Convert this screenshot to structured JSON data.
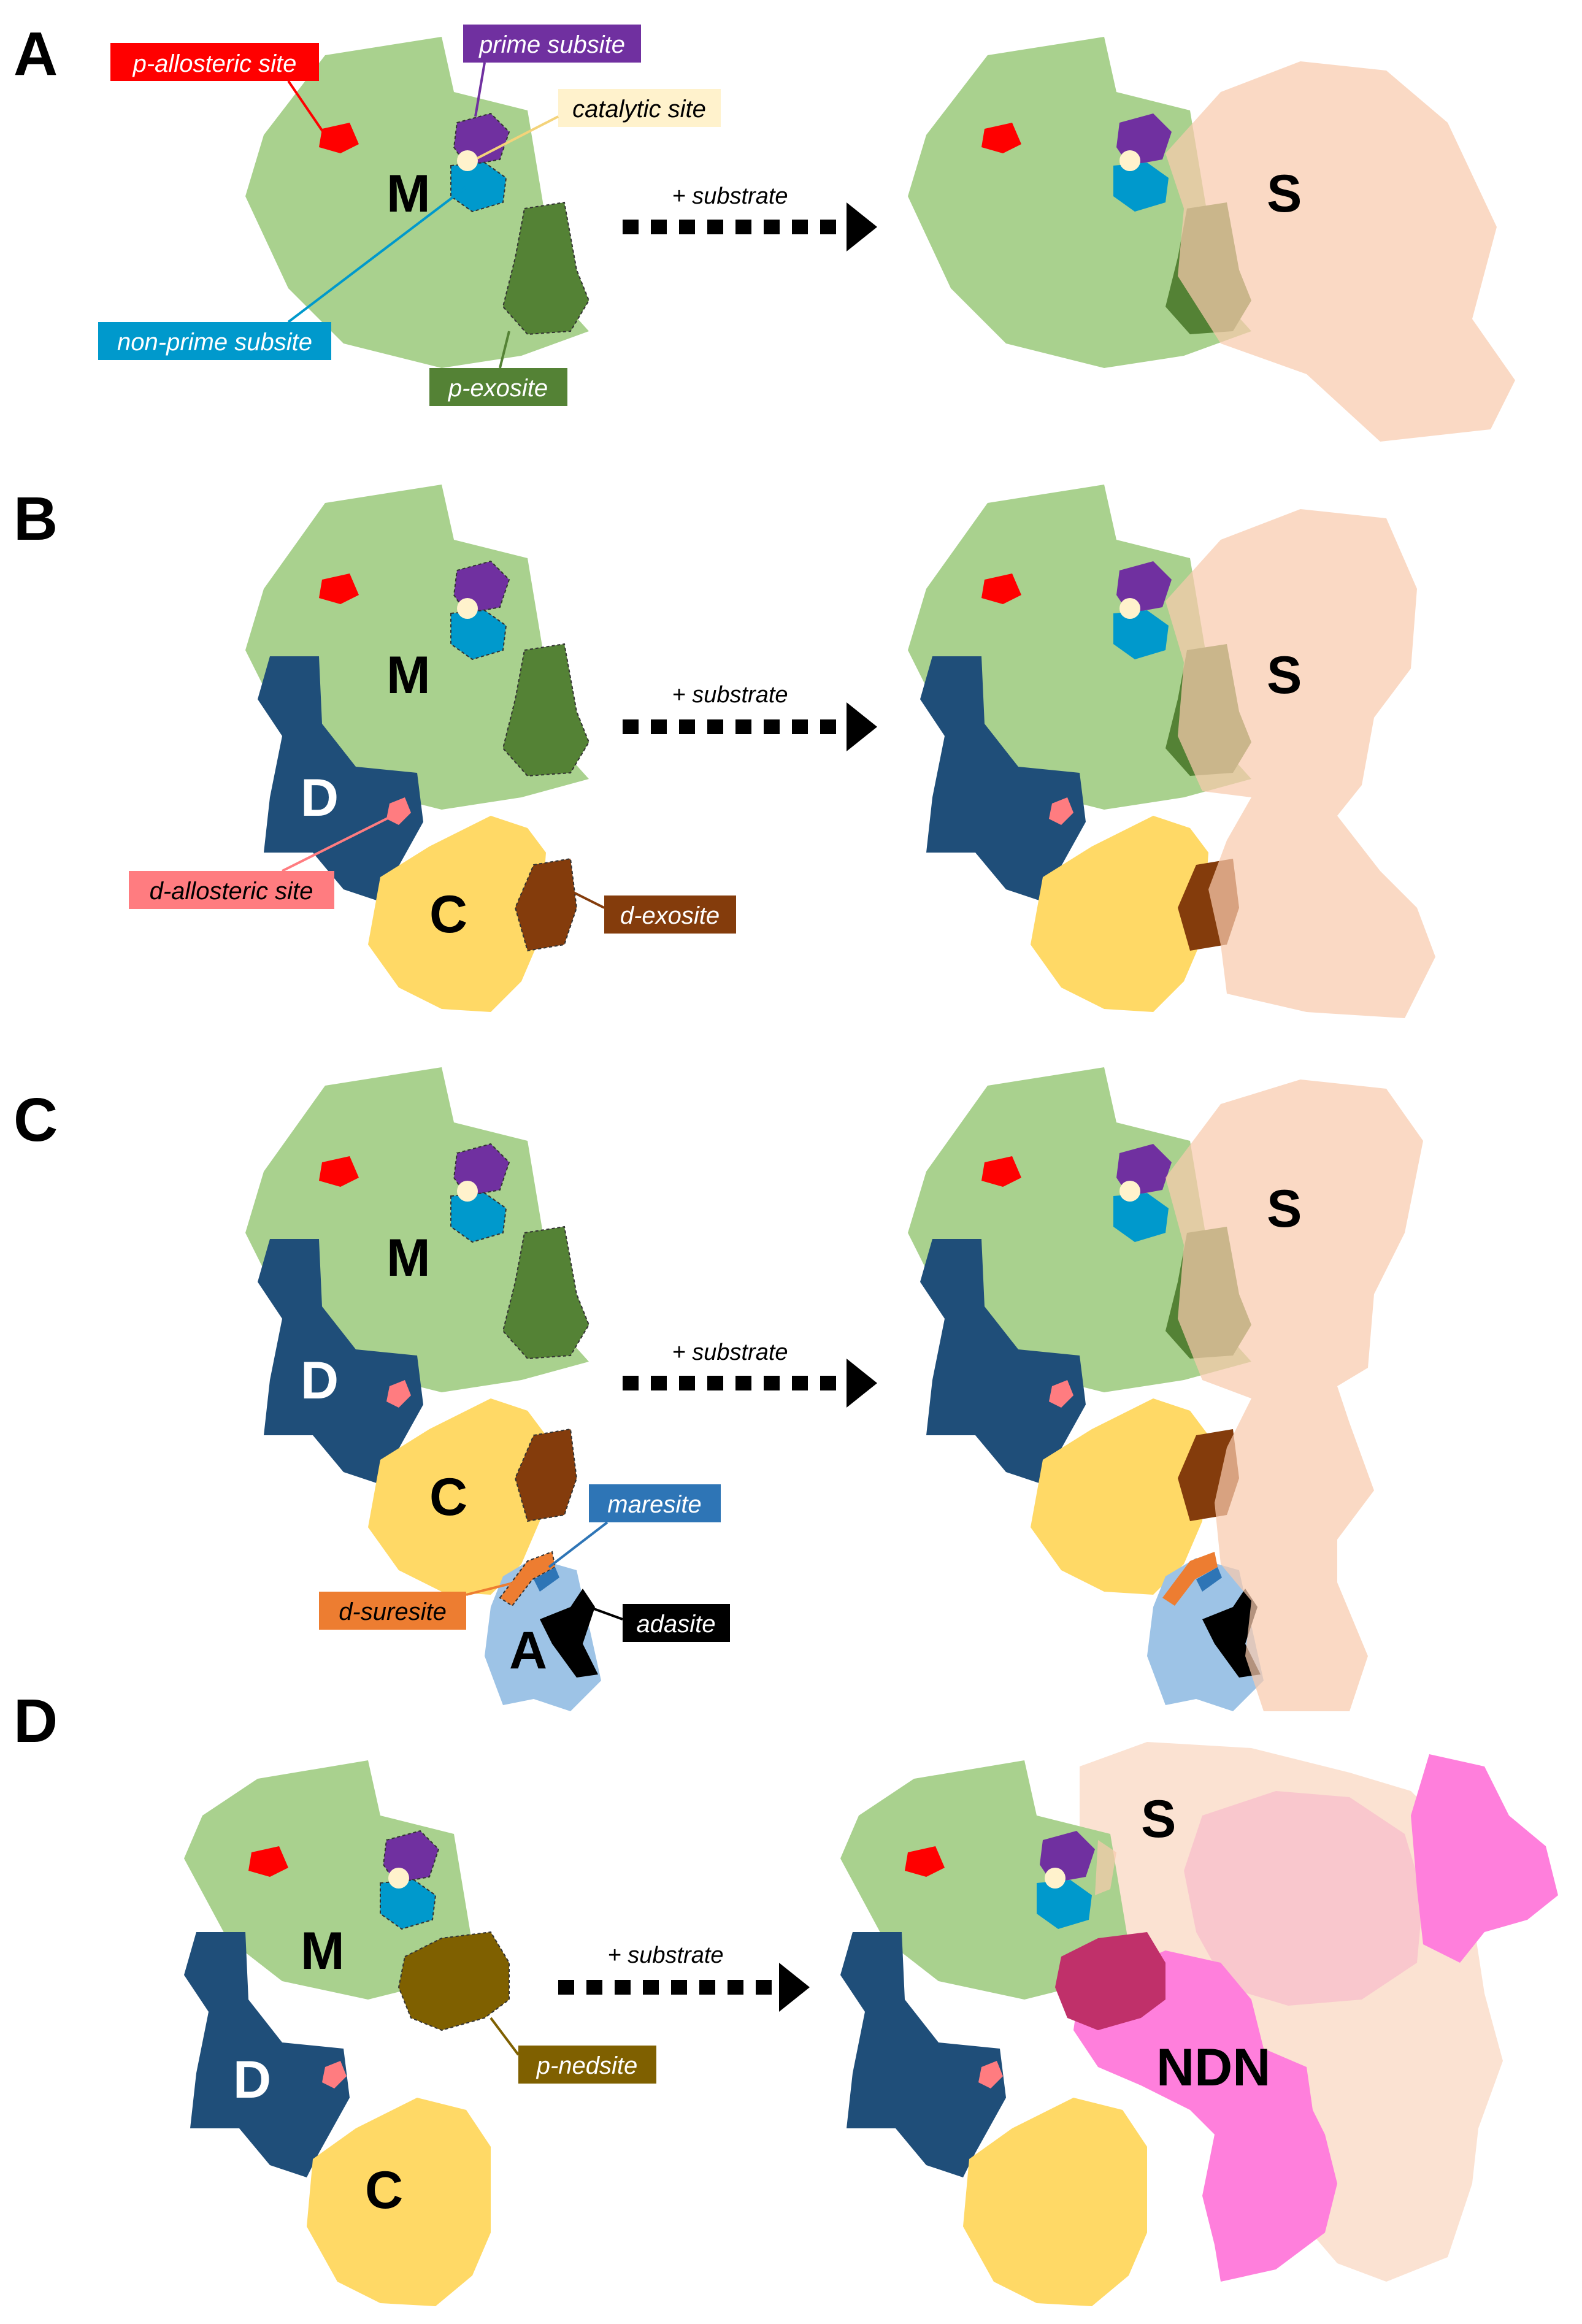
{
  "panels": [
    {
      "id": "A",
      "letter": "A",
      "arrow_label": "+ substrate",
      "left_domains": [
        {
          "id": "M",
          "label": "M"
        }
      ],
      "right_domains": [
        {
          "id": "M",
          "label": ""
        },
        {
          "id": "S",
          "label": "S"
        }
      ],
      "callouts": [
        {
          "id": "p-allosteric-site",
          "text": "p-allosteric site"
        },
        {
          "id": "prime-subsite",
          "text": "prime subsite"
        },
        {
          "id": "catalytic-site",
          "text": "catalytic site"
        },
        {
          "id": "non-prime-subsite",
          "text": "non-prime subsite"
        },
        {
          "id": "p-exosite",
          "text": "p-exosite"
        }
      ]
    },
    {
      "id": "B",
      "letter": "B",
      "arrow_label": "+ substrate",
      "left_domains": [
        {
          "id": "M",
          "label": "M"
        },
        {
          "id": "D",
          "label": "D"
        },
        {
          "id": "C",
          "label": "C"
        }
      ],
      "right_domains": [
        {
          "id": "S",
          "label": "S"
        }
      ],
      "callouts": [
        {
          "id": "d-allosteric-site",
          "text": "d-allosteric site"
        },
        {
          "id": "d-exosite",
          "text": "d-exosite"
        }
      ]
    },
    {
      "id": "C",
      "letter": "C",
      "arrow_label": "+ substrate",
      "left_domains": [
        {
          "id": "M",
          "label": "M"
        },
        {
          "id": "D",
          "label": "D"
        },
        {
          "id": "C",
          "label": "C"
        },
        {
          "id": "A",
          "label": "A"
        }
      ],
      "right_domains": [
        {
          "id": "S",
          "label": "S"
        }
      ],
      "callouts": [
        {
          "id": "maresite",
          "text": "maresite"
        },
        {
          "id": "d-suresite",
          "text": "d-suresite"
        },
        {
          "id": "adasite",
          "text": "adasite"
        }
      ]
    },
    {
      "id": "D",
      "letter": "D",
      "arrow_label": "+ substrate",
      "left_domains": [
        {
          "id": "M",
          "label": "M"
        },
        {
          "id": "D",
          "label": "D"
        },
        {
          "id": "C",
          "label": "C"
        }
      ],
      "right_domains": [
        {
          "id": "S",
          "label": "S"
        },
        {
          "id": "NDN",
          "label": "NDN"
        }
      ],
      "callouts": [
        {
          "id": "p-nedsite",
          "text": "p-nedsite"
        }
      ]
    }
  ],
  "colors": {
    "M": "#a9d18e",
    "D": "#1f4e79",
    "C": "#ffd966",
    "A": "#9dc3e6",
    "S": "#f8cbad",
    "NDN": "#ff7fdc",
    "p_allosteric": "#ff0000",
    "d_allosteric": "#ff7c80",
    "prime_subsite": "#7030a0",
    "non_prime_subsite": "#0099cc",
    "catalytic": "#fff2cc",
    "p_exosite": "#548235",
    "d_exosite": "#843c0c",
    "p_nedsite": "#7f6000",
    "maresite": "#2e75b6",
    "d_suresite": "#ed7d31",
    "adasite": "#000000"
  }
}
